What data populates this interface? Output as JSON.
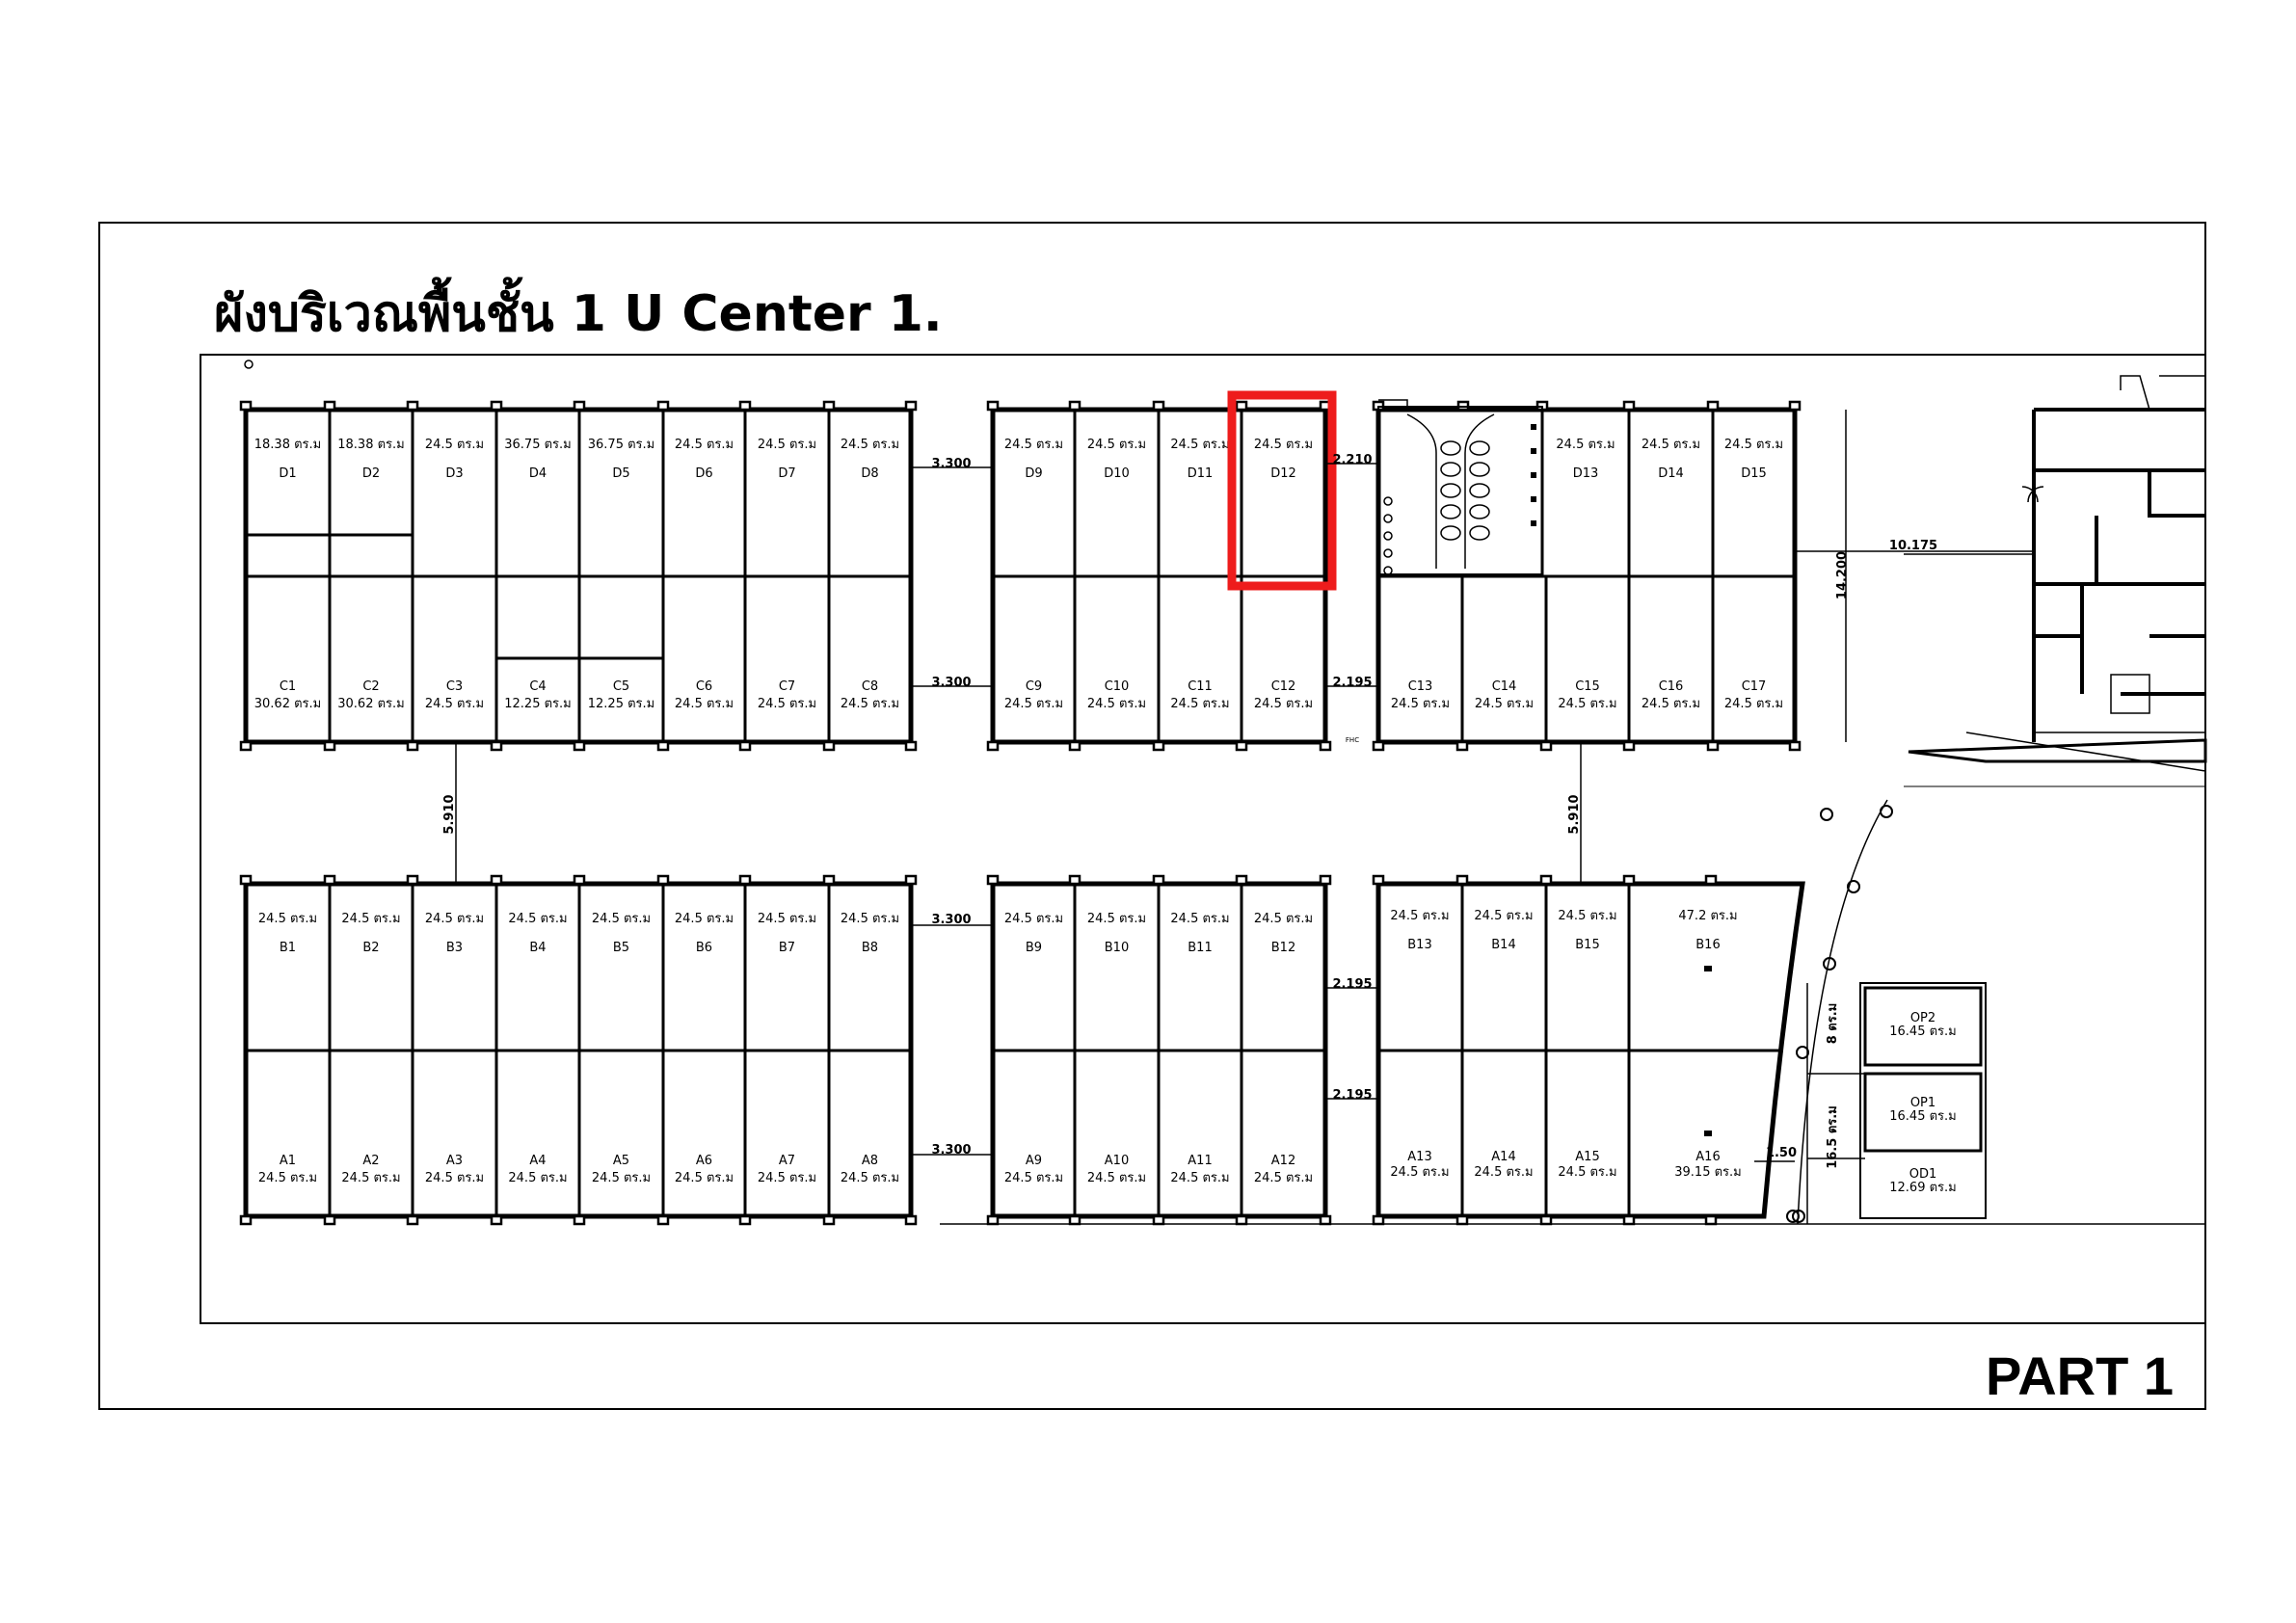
{
  "title": "ผังบริเวณพื้นชั้น 1 U Center 1.",
  "part_label": "PART 1",
  "highlight_color": "#ee1c1c",
  "rows": {
    "D_left": [
      {
        "id": "D1",
        "area": "18.38 ตร.ม"
      },
      {
        "id": "D2",
        "area": "18.38 ตร.ม"
      },
      {
        "id": "D3",
        "area": "24.5 ตร.ม"
      },
      {
        "id": "D4",
        "area": "36.75 ตร.ม"
      },
      {
        "id": "D5",
        "area": "36.75 ตร.ม"
      },
      {
        "id": "D6",
        "area": "24.5 ตร.ม"
      },
      {
        "id": "D7",
        "area": "24.5 ตร.ม"
      },
      {
        "id": "D8",
        "area": "24.5 ตร.ม"
      }
    ],
    "D_mid": [
      {
        "id": "D9",
        "area": "24.5 ตร.ม"
      },
      {
        "id": "D10",
        "area": "24.5 ตร.ม"
      },
      {
        "id": "D11",
        "area": "24.5 ตร.ม"
      },
      {
        "id": "D12",
        "area": "24.5 ตร.ม"
      }
    ],
    "D_right": [
      {
        "id": "D13",
        "area": "24.5 ตร.ม"
      },
      {
        "id": "D14",
        "area": "24.5 ตร.ม"
      },
      {
        "id": "D15",
        "area": "24.5 ตร.ม"
      }
    ],
    "C_left": [
      {
        "id": "C1",
        "area": "30.62 ตร.ม"
      },
      {
        "id": "C2",
        "area": "30.62 ตร.ม"
      },
      {
        "id": "C3",
        "area": "24.5 ตร.ม"
      },
      {
        "id": "C4",
        "area": "12.25 ตร.ม"
      },
      {
        "id": "C5",
        "area": "12.25 ตร.ม"
      },
      {
        "id": "C6",
        "area": "24.5 ตร.ม"
      },
      {
        "id": "C7",
        "area": "24.5 ตร.ม"
      },
      {
        "id": "C8",
        "area": "24.5 ตร.ม"
      }
    ],
    "C_mid": [
      {
        "id": "C9",
        "area": "24.5 ตร.ม"
      },
      {
        "id": "C10",
        "area": "24.5 ตร.ม"
      },
      {
        "id": "C11",
        "area": "24.5 ตร.ม"
      },
      {
        "id": "C12",
        "area": "24.5 ตร.ม"
      }
    ],
    "C_right": [
      {
        "id": "C13",
        "area": "24.5 ตร.ม"
      },
      {
        "id": "C14",
        "area": "24.5 ตร.ม"
      },
      {
        "id": "C15",
        "area": "24.5 ตร.ม"
      },
      {
        "id": "C16",
        "area": "24.5 ตร.ม"
      },
      {
        "id": "C17",
        "area": "24.5 ตร.ม"
      }
    ],
    "B_left": [
      {
        "id": "B1",
        "area": "24.5 ตร.ม"
      },
      {
        "id": "B2",
        "area": "24.5 ตร.ม"
      },
      {
        "id": "B3",
        "area": "24.5 ตร.ม"
      },
      {
        "id": "B4",
        "area": "24.5 ตร.ม"
      },
      {
        "id": "B5",
        "area": "24.5 ตร.ม"
      },
      {
        "id": "B6",
        "area": "24.5 ตร.ม"
      },
      {
        "id": "B7",
        "area": "24.5 ตร.ม"
      },
      {
        "id": "B8",
        "area": "24.5 ตร.ม"
      }
    ],
    "B_mid": [
      {
        "id": "B9",
        "area": "24.5 ตร.ม"
      },
      {
        "id": "B10",
        "area": "24.5 ตร.ม"
      },
      {
        "id": "B11",
        "area": "24.5 ตร.ม"
      },
      {
        "id": "B12",
        "area": "24.5 ตร.ม"
      }
    ],
    "B_right": [
      {
        "id": "B13",
        "area": "24.5 ตร.ม"
      },
      {
        "id": "B14",
        "area": "24.5 ตร.ม"
      },
      {
        "id": "B15",
        "area": "24.5 ตร.ม"
      },
      {
        "id": "B16",
        "area": "47.2 ตร.ม"
      }
    ],
    "A_left": [
      {
        "id": "A1",
        "area": "24.5 ตร.ม"
      },
      {
        "id": "A2",
        "area": "24.5 ตร.ม"
      },
      {
        "id": "A3",
        "area": "24.5 ตร.ม"
      },
      {
        "id": "A4",
        "area": "24.5 ตร.ม"
      },
      {
        "id": "A5",
        "area": "24.5 ตร.ม"
      },
      {
        "id": "A6",
        "area": "24.5 ตร.ม"
      },
      {
        "id": "A7",
        "area": "24.5 ตร.ม"
      },
      {
        "id": "A8",
        "area": "24.5 ตร.ม"
      }
    ],
    "A_mid": [
      {
        "id": "A9",
        "area": "24.5 ตร.ม"
      },
      {
        "id": "A10",
        "area": "24.5 ตร.ม"
      },
      {
        "id": "A11",
        "area": "24.5 ตร.ม"
      },
      {
        "id": "A12",
        "area": "24.5 ตร.ม"
      }
    ],
    "A_right": [
      {
        "id": "A13",
        "area": "24.5 ตร.ม"
      },
      {
        "id": "A14",
        "area": "24.5 ตร.ม"
      },
      {
        "id": "A15",
        "area": "24.5 ตร.ม"
      },
      {
        "id": "A16",
        "area": "39.15 ตร.ม"
      }
    ]
  },
  "op_units": [
    {
      "id": "OP2",
      "area": "16.45 ตร.ม"
    },
    {
      "id": "OP1",
      "area": "16.45 ตร.ม"
    },
    {
      "id": "OD1",
      "area": "12.69 ตร.ม"
    }
  ],
  "dimensions": {
    "d_gap_left": "3.300",
    "c_gap_left": "3.300",
    "b_gap_left": "3.300",
    "a_gap_left": "3.300",
    "d_gap_right": "2.210",
    "c_gap_right": "2.195",
    "b_gap_right": "2.195",
    "a_gap_right": "2.195",
    "aisle_left": "5.910",
    "aisle_right": "5.910",
    "depth": "14.200",
    "span": "10.175",
    "op_gap": "1.50",
    "op_upper": "8 ตร.ม",
    "op_lower": "16.5 ตร.ม",
    "fhc": "FHC"
  }
}
